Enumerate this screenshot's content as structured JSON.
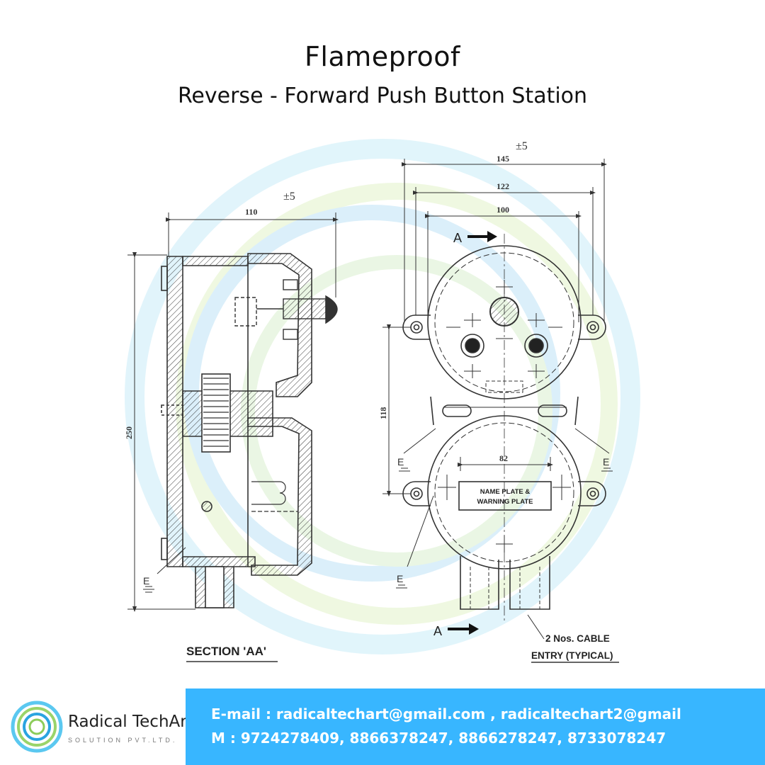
{
  "header": {
    "title": "Flameproof",
    "subtitle": "Reverse - Forward Push Button Station"
  },
  "drawing": {
    "section_view": {
      "label": "SECTION 'AA'",
      "tolerance": "±5",
      "width_dim": "110",
      "height_dim": "250",
      "earth_label": "E"
    },
    "front_view": {
      "tolerance": "±5",
      "dim_145": "145",
      "dim_122": "122",
      "dim_100": "100",
      "dim_118": "118",
      "dim_82": "82",
      "section_marker": "A",
      "earth_label": "E",
      "name_plate_line1": "NAME PLATE &",
      "name_plate_line2": "WARNING PLATE",
      "cable_line1": "2 Nos. CABLE",
      "cable_line2": "ENTRY (TYPICAL)"
    }
  },
  "footer": {
    "brand_name": "Radical TechArt",
    "brand_tagline": "SOLUTION PVT.LTD.",
    "email_line": "E-mail : radicaltechart@gmail.com , radicaltechart2@gmail",
    "phone_line": "M : 9724278409, 8866378247, 8866278247, 8733078247",
    "accent_color": "#38b6ff"
  }
}
